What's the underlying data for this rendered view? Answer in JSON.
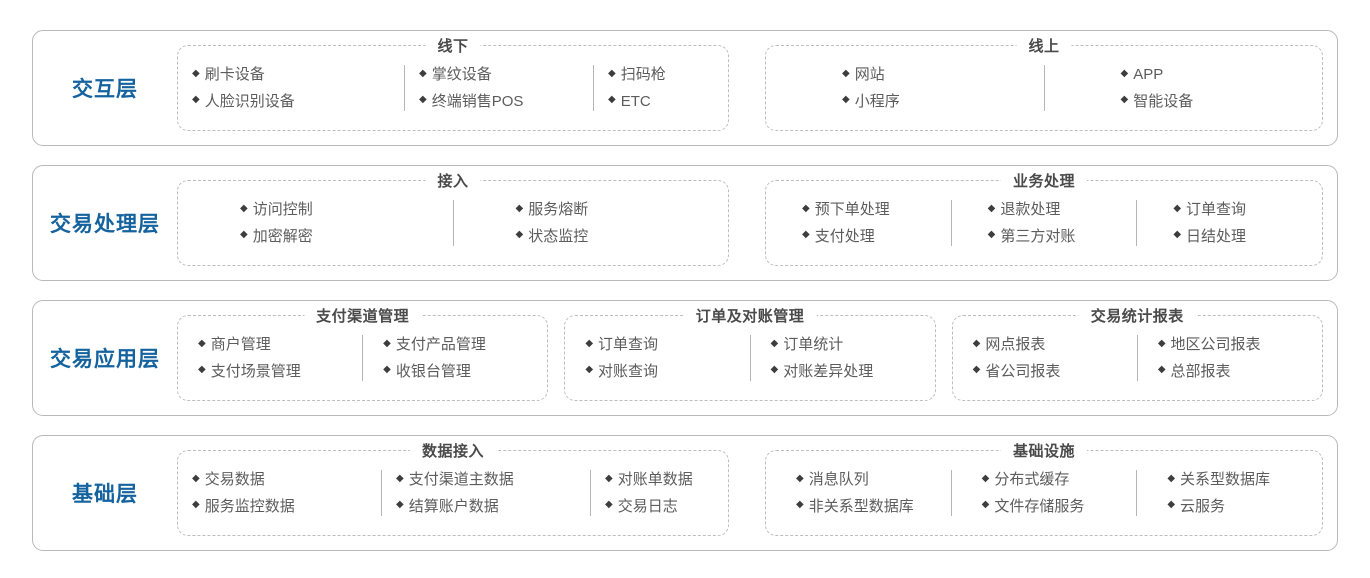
{
  "meta": {
    "accent_color": "#15639e",
    "outer_border_color": "#b9b9b9",
    "dashed_border_color": "#bdbdbd",
    "item_text_color": "#5c5c5c",
    "group_title_color": "#4a4a4a",
    "background": "#ffffff",
    "bullet_glyph": "◆"
  },
  "layers": [
    {
      "title": "交互层",
      "groups": [
        {
          "title": "线下",
          "columns": [
            {
              "items": [
                "刷卡设备",
                "人脸识别设备"
              ]
            },
            {
              "items": [
                "掌纹设备",
                "终端销售POS"
              ]
            },
            {
              "items": [
                "扫码枪",
                "ETC"
              ]
            }
          ]
        },
        {
          "title": "线上",
          "columns": [
            {
              "items": [
                "网站",
                "小程序"
              ]
            },
            {
              "items": [
                "APP",
                "智能设备"
              ]
            }
          ]
        }
      ]
    },
    {
      "title": "交易处理层",
      "groups": [
        {
          "title": "接入",
          "columns": [
            {
              "items": [
                "访问控制",
                "加密解密"
              ]
            },
            {
              "items": [
                "服务熔断",
                "状态监控"
              ]
            }
          ]
        },
        {
          "title": "业务处理",
          "columns": [
            {
              "items": [
                "预下单处理",
                "支付处理"
              ]
            },
            {
              "items": [
                "退款处理",
                "第三方对账"
              ]
            },
            {
              "items": [
                "订单查询",
                "日结处理"
              ]
            }
          ]
        }
      ]
    },
    {
      "title": "交易应用层",
      "groups": [
        {
          "title": "支付渠道管理",
          "columns": [
            {
              "items": [
                "商户管理",
                "支付场景管理"
              ]
            },
            {
              "items": [
                "支付产品管理",
                "收银台管理"
              ]
            }
          ]
        },
        {
          "title": "订单及对账管理",
          "columns": [
            {
              "items": [
                "订单查询",
                "对账查询"
              ]
            },
            {
              "items": [
                "订单统计",
                "对账差异处理"
              ]
            }
          ]
        },
        {
          "title": "交易统计报表",
          "columns": [
            {
              "items": [
                "网点报表",
                "省公司报表"
              ]
            },
            {
              "items": [
                "地区公司报表",
                "总部报表"
              ]
            }
          ]
        }
      ]
    },
    {
      "title": "基础层",
      "groups": [
        {
          "title": "数据接入",
          "columns": [
            {
              "items": [
                "交易数据",
                "服务监控数据"
              ]
            },
            {
              "items": [
                "支付渠道主数据",
                "结算账户数据"
              ]
            },
            {
              "items": [
                "对账单数据",
                "交易日志"
              ]
            }
          ]
        },
        {
          "title": "基础设施",
          "columns": [
            {
              "items": [
                "消息队列",
                "非关系型数据库"
              ]
            },
            {
              "items": [
                "分布式缓存",
                "文件存储服务"
              ]
            },
            {
              "items": [
                "关系型数据库",
                "云服务"
              ]
            }
          ]
        }
      ]
    }
  ]
}
